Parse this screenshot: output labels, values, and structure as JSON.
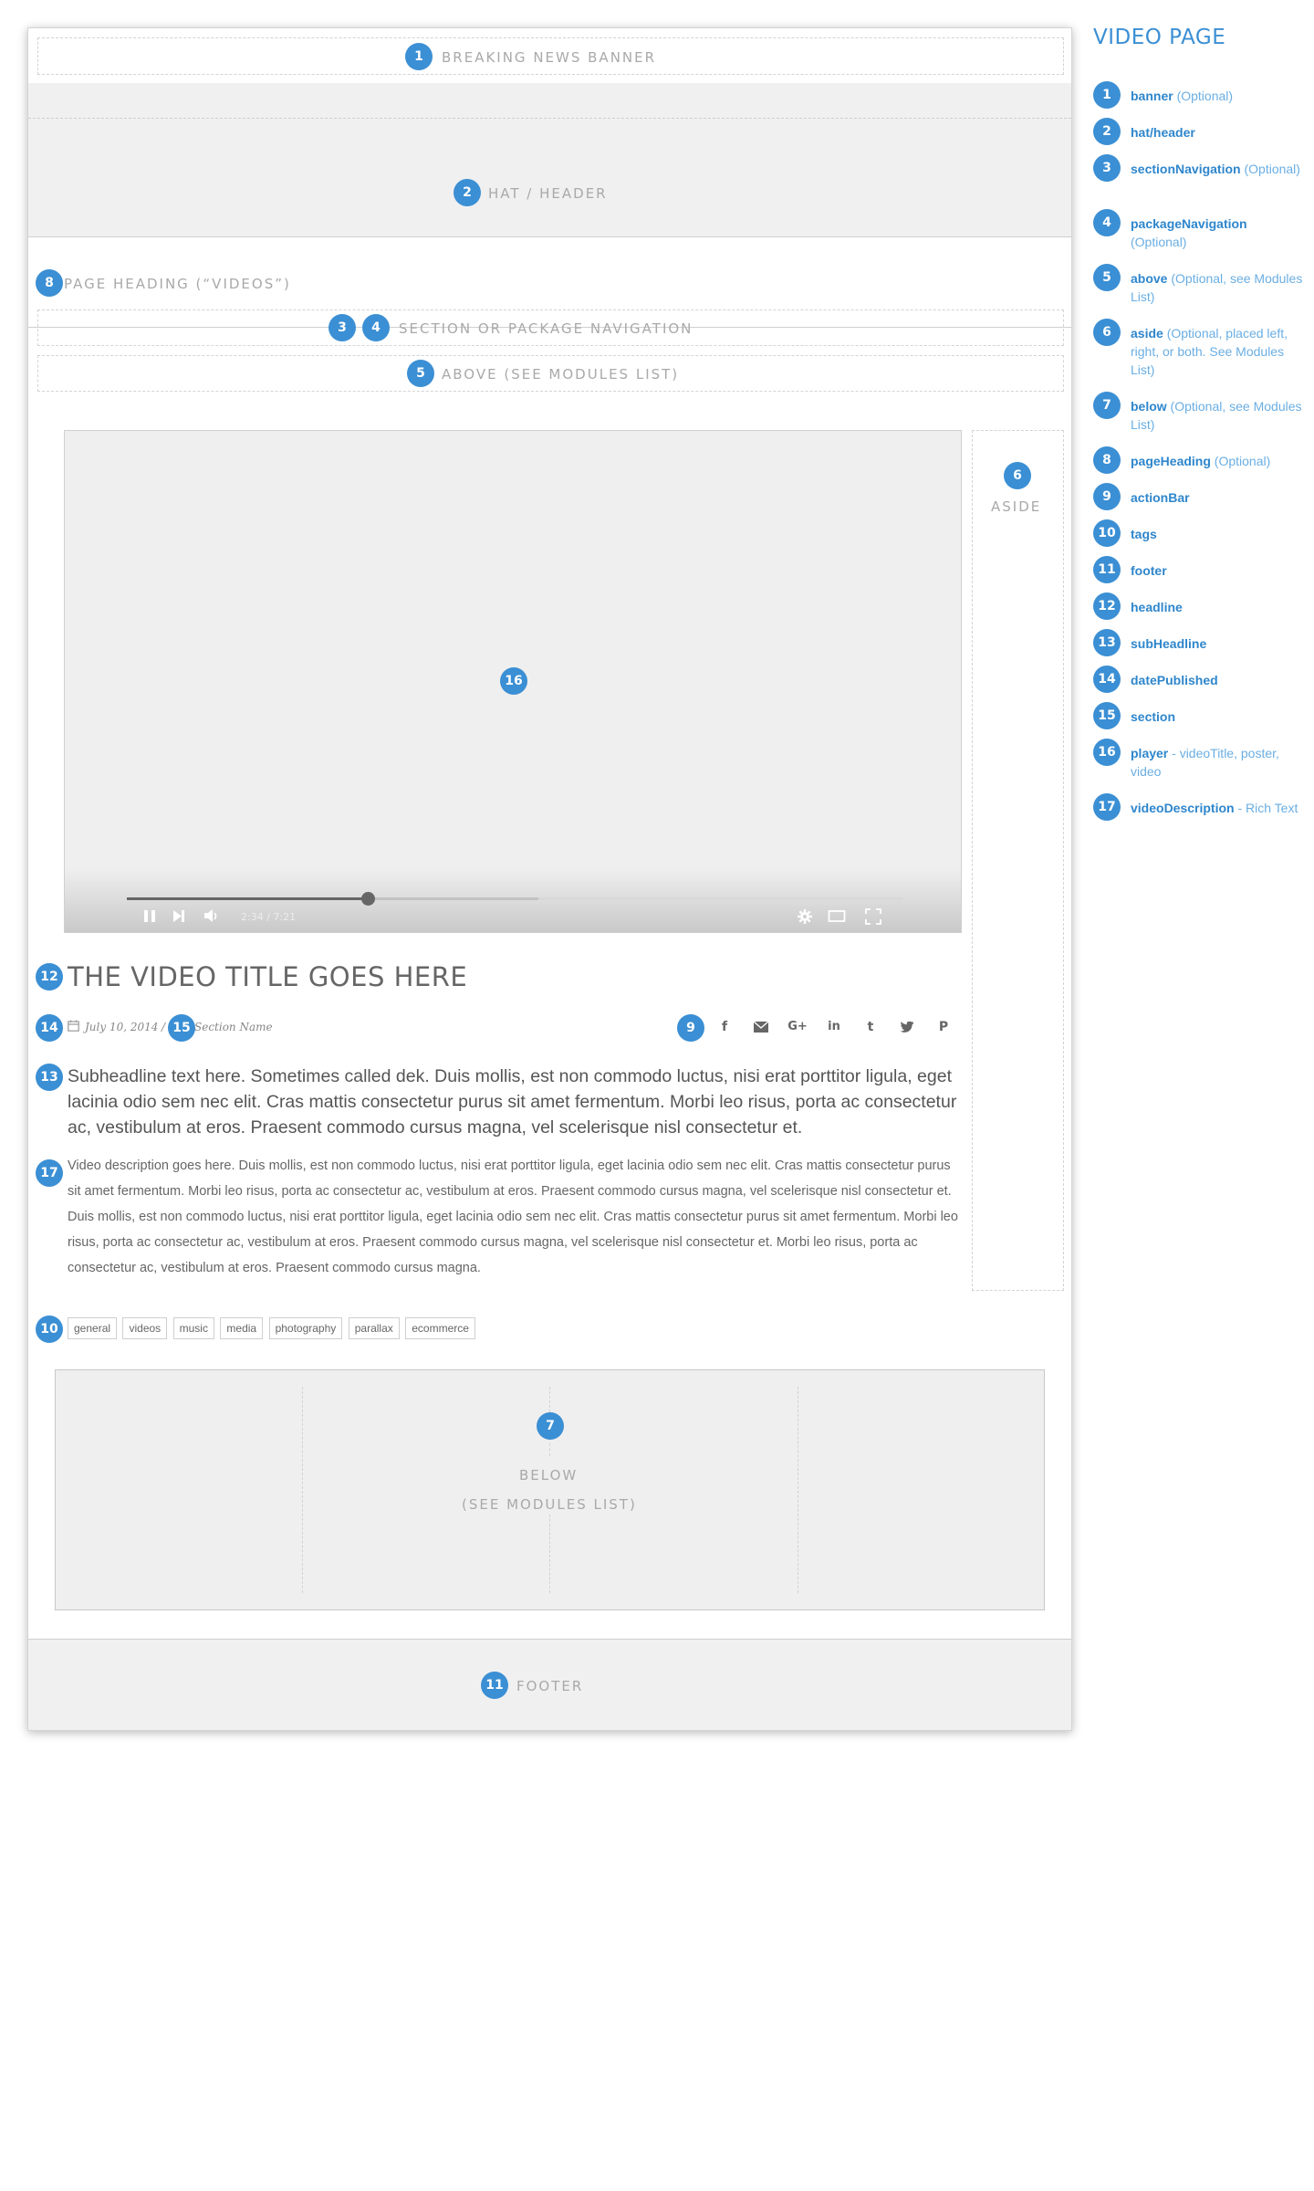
{
  "page": {
    "banner_label": "BREAKING NEWS BANNER",
    "header_label": "HAT / HEADER",
    "page_heading_label": "PAGE HEADING (“VIDEOS”)",
    "section_nav_label": "SECTION OR PACKAGE NAVIGATION",
    "above_label": "ABOVE (SEE MODULES LIST)",
    "aside_label": "ASIDE",
    "below_label": "BELOW",
    "below_sub_label": "(SEE MODULES LIST)",
    "footer_label": "FOOTER"
  },
  "player": {
    "timecode": "2:34 / 7:21",
    "played_fraction": 0.31,
    "buffered_fraction": 0.53,
    "controls": [
      "pause-icon",
      "next-icon",
      "volume-icon",
      "settings-icon",
      "theater-icon",
      "fullscreen-icon"
    ]
  },
  "article": {
    "title": "THE VIDEO TITLE GOES HERE",
    "date": "July 10, 2014",
    "section_name": "Section Name",
    "share_icons": [
      "facebook-icon",
      "email-icon",
      "google-plus-icon",
      "linkedin-icon",
      "tumblr-icon",
      "twitter-icon",
      "pinterest-icon"
    ],
    "subheadline": "Subheadline text here. Sometimes called dek. Duis mollis, est non commodo luctus, nisi erat porttitor ligula, eget lacinia odio sem nec elit. Cras mattis consectetur purus sit amet fermentum. Morbi leo risus, porta ac consectetur ac, vestibulum at eros. Praesent commodo cursus magna, vel scelerisque nisl consectetur et.",
    "description": "Video description goes here. Duis mollis, est non commodo luctus, nisi erat porttitor ligula, eget lacinia odio sem nec elit. Cras mattis consectetur purus sit amet fermentum. Morbi leo risus, porta ac consectetur ac, vestibulum at eros. Praesent commodo cursus magna, vel scelerisque nisl consectetur et. Duis mollis, est non commodo luctus, nisi erat porttitor ligula, eget lacinia odio sem nec elit. Cras mattis consectetur purus sit amet fermentum. Morbi leo risus, porta ac consectetur ac, vestibulum at eros. Praesent commodo cursus magna, vel scelerisque nisl consectetur et. Morbi leo risus, porta ac consectetur ac, vestibulum at eros. Praesent commodo cursus magna.",
    "tags": [
      "general",
      "videos",
      "music",
      "media",
      "photography",
      "parallax",
      "ecommerce"
    ]
  },
  "badges": {
    "banner": "1",
    "header": "2",
    "section_nav": "3",
    "package_nav": "4",
    "above": "5",
    "aside": "6",
    "below": "7",
    "page_heading": "8",
    "action_bar": "9",
    "tags": "10",
    "footer": "11",
    "headline": "12",
    "subheadline": "13",
    "date": "14",
    "section": "15",
    "player": "16",
    "description": "17"
  },
  "legend": {
    "title": "VIDEO PAGE",
    "items": [
      {
        "num": "1",
        "name": "banner",
        "note": " (Optional)"
      },
      {
        "num": "2",
        "name": "hat/header",
        "note": ""
      },
      {
        "num": "3",
        "name": "sectionNavigation",
        "note": " (Optional)"
      },
      {
        "num": "4",
        "name": "packageNavigation",
        "note": " (Optional)"
      },
      {
        "num": "5",
        "name": "above",
        "note": " (Optional, see Modules List)"
      },
      {
        "num": "6",
        "name": "aside",
        "note": " (Optional, placed left, right, or both. See Modules List)"
      },
      {
        "num": "7",
        "name": "below",
        "note": " (Optional, see Modules List)"
      },
      {
        "num": "8",
        "name": "pageHeading",
        "note": " (Optional)"
      },
      {
        "num": "9",
        "name": "actionBar",
        "note": ""
      },
      {
        "num": "10",
        "name": "tags",
        "note": ""
      },
      {
        "num": "11",
        "name": "footer",
        "note": ""
      },
      {
        "num": "12",
        "name": "headline",
        "note": ""
      },
      {
        "num": "13",
        "name": "subHeadline",
        "note": ""
      },
      {
        "num": "14",
        "name": "datePublished",
        "note": ""
      },
      {
        "num": "15",
        "name": "section",
        "note": ""
      },
      {
        "num": "16",
        "name": "player",
        "note": " - videoTitle, poster, video"
      },
      {
        "num": "17",
        "name": "videoDescription",
        "note": " - Rich Text"
      }
    ]
  },
  "colors": {
    "accent": "#3b8fd4",
    "zone_fill": "#f0f0f0",
    "zone_label": "#a9a9a9"
  }
}
